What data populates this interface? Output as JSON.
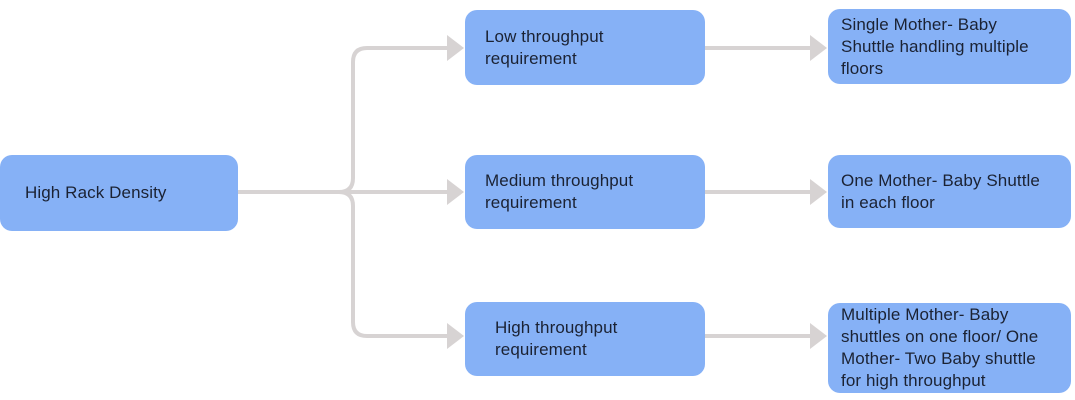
{
  "diagram": {
    "title": "High Rack Density throughput decision flowchart",
    "background_color": "#ffffff",
    "node_fill_color": "#86b1f6",
    "node_text_color": "#1b2233",
    "connector_color": "#d7d3d3",
    "nodes": [
      {
        "id": "high-rack-density",
        "label": "High Rack Density"
      },
      {
        "id": "low-throughput",
        "label": "Low throughput\nrequirement"
      },
      {
        "id": "medium-throughput",
        "label": "Medium throughput\nrequirement"
      },
      {
        "id": "high-throughput",
        "label": "High throughput\nrequirement"
      },
      {
        "id": "single-mother-baby",
        "label": "Single Mother- Baby\nShuttle handling multiple\nfloors"
      },
      {
        "id": "one-mother-baby",
        "label": "One Mother- Baby Shuttle\nin each floor"
      },
      {
        "id": "multiple-mother-baby",
        "label": "Multiple Mother- Baby\nshuttles on one floor/ One\nMother- Two Baby shuttle\nfor high throughput"
      }
    ],
    "edges": [
      {
        "from": "high-rack-density",
        "to": "low-throughput"
      },
      {
        "from": "high-rack-density",
        "to": "medium-throughput"
      },
      {
        "from": "high-rack-density",
        "to": "high-throughput"
      },
      {
        "from": "low-throughput",
        "to": "single-mother-baby"
      },
      {
        "from": "medium-throughput",
        "to": "one-mother-baby"
      },
      {
        "from": "high-throughput",
        "to": "multiple-mother-baby"
      }
    ]
  }
}
